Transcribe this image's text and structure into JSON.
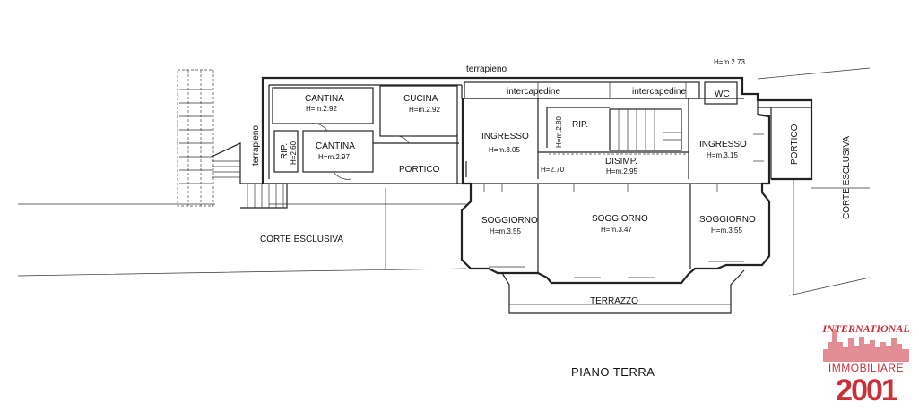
{
  "title": "PIANO TERRA",
  "rooms": {
    "cantina_top": {
      "name": "CANTINA",
      "height": "H=m.2.92"
    },
    "cantina_bottom": {
      "name": "CANTINA",
      "height": "H=m.2.97"
    },
    "rip_left": {
      "name": "RIP.",
      "height": "H=2.60"
    },
    "cucina": {
      "name": "CUCINA",
      "height": "H=m.2.92"
    },
    "portico_left": {
      "name": "PORTICO"
    },
    "ingresso_left": {
      "name": "INGRESSO",
      "height": "H=m.3.05"
    },
    "rip_center": {
      "name": "RIP.",
      "height": "H=m.2.80"
    },
    "disimp": {
      "name": "DISIMP.",
      "height": "H=m.2.95"
    },
    "h270": {
      "height": "H=2.70"
    },
    "ingresso_right": {
      "name": "INGRESSO",
      "height": "H=m.3.15"
    },
    "wc": {
      "name": "WC",
      "height": "H=m.2.73"
    },
    "portico_right": {
      "name": "PORTICO"
    },
    "soggiorno_left": {
      "name": "SOGGIORNO",
      "height": "H=m.3.55"
    },
    "soggiorno_center": {
      "name": "SOGGIORNO",
      "height": "H=m.3.47"
    },
    "soggiorno_right": {
      "name": "SOGGIORNO",
      "height": "H=m.3.55"
    },
    "terrazzo": {
      "name": "TERRAZZO"
    },
    "intercapedine_1": {
      "name": "intercapedine"
    },
    "intercapedine_2": {
      "name": "intercapedine"
    }
  },
  "exterior": {
    "terrapieno_top": "terrapieno",
    "terrapieno_left": "terrapieno",
    "corte_left": "CORTE ESCLUSIVA",
    "corte_right": "CORTE ESCLUSIVA"
  },
  "logo": {
    "top": "INTERNATIONAL",
    "middle": "IMMOBILIARE",
    "number": "2001",
    "color": "#c9303a"
  }
}
